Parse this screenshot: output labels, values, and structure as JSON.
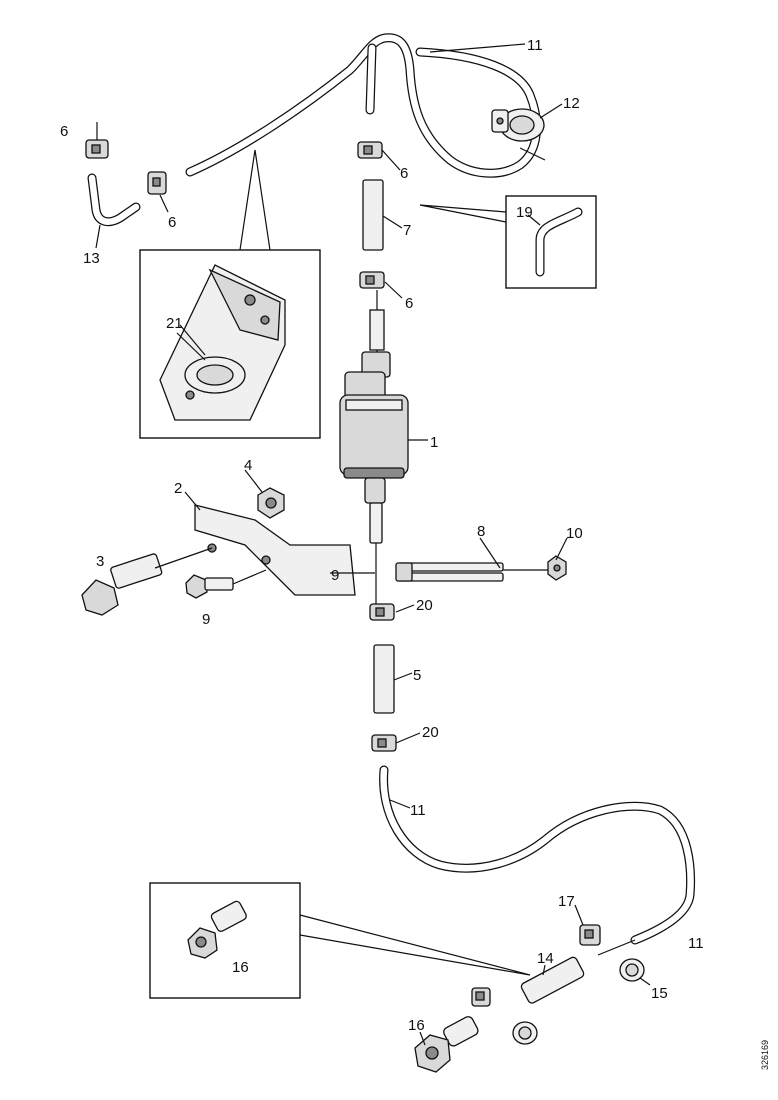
{
  "diagram": {
    "doc_number": "326169",
    "labels": {
      "l1": "1",
      "l2": "2",
      "l3": "3",
      "l4": "4",
      "l5": "5",
      "l6a": "6",
      "l6b": "6",
      "l6c": "6",
      "l6d": "6",
      "l7": "7",
      "l8": "8",
      "l9a": "9",
      "l9b": "9",
      "l10": "10",
      "l11a": "11",
      "l11b": "11",
      "l11c": "11",
      "l12": "12",
      "l13": "13",
      "l14": "14",
      "l15": "15",
      "l16a": "16",
      "l16b": "16",
      "l17": "17",
      "l19": "19",
      "l20a": "20",
      "l20b": "20",
      "l21": "21"
    }
  }
}
